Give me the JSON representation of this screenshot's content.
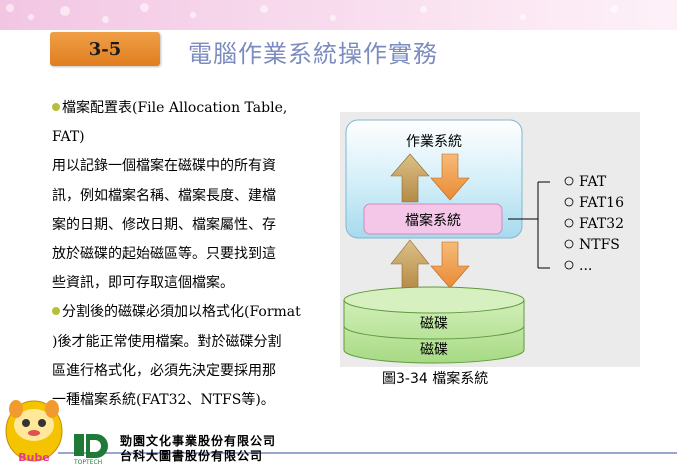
{
  "header": {
    "slide_number": "3-5",
    "title": "電腦作業系統操作實務"
  },
  "body": {
    "paragraph_1": [
      "檔案配置表(File Allocation Table, FAT)",
      "用以記錄一個檔案在磁碟中的所有資",
      "訊，例如檔案名稱、檔案長度、建檔",
      "案的日期、修改日期、檔案屬性、存",
      "放於磁碟的起始磁區等。只要找到這",
      "些資訊，即可存取這個檔案。"
    ],
    "paragraph_2": [
      "分割後的磁碟必須加以格式化(Format",
      ")後才能正常使用檔案。對於磁碟分割",
      "區進行格式化，必須先決定要採用那",
      "一種檔案系統(FAT32、NTFS等)。"
    ]
  },
  "diagram": {
    "os_label": "作業系統",
    "fs_label": "檔案系統",
    "disk_label_1": "磁碟",
    "disk_label_2": "磁碟",
    "fs_types": [
      "FAT",
      "FAT16",
      "FAT32",
      "NTFS",
      "..."
    ],
    "colors": {
      "os_box": "#a9dcef",
      "fs_box": "#f4c7e8",
      "disk": "#b8e39a",
      "arrow_up": "#c9a061",
      "arrow_down": "#f2a053"
    }
  },
  "caption": "圖3-34  檔案系統",
  "footer": {
    "mascot_text": "Bube",
    "logo_text": "TOPTECH",
    "publisher_line_1": "勁園文化事業股份有限公司",
    "publisher_line_2": "台科大圖書股份有限公司"
  },
  "icons": {
    "bullet": "bullet-dot-icon",
    "up_arrow": "up-arrow-icon",
    "down_arrow": "down-arrow-icon",
    "list_bullet": "circle-bullet-icon"
  }
}
